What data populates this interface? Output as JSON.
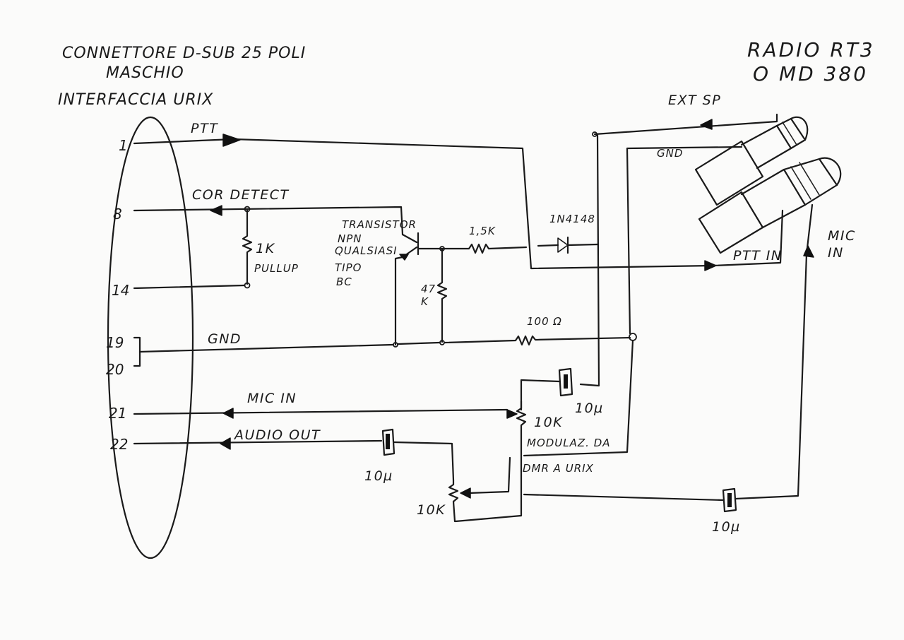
{
  "header": {
    "connector_line1": "CONNETTORE D-SUB 25 POLI",
    "connector_line2": "MASCHIO",
    "interface": "INTERFACCIA URIX",
    "radio_line1": "RADIO RT3",
    "radio_line2": "O MD 380"
  },
  "pins": {
    "p1": "1",
    "p8": "8",
    "p14": "14",
    "p19": "19",
    "p20": "20",
    "p21": "21",
    "p22": "22"
  },
  "signals": {
    "ptt": "PTT",
    "cor_detect": "COR DETECT",
    "gnd": "GND",
    "mic_in": "MIC IN",
    "audio_out": "AUDIO OUT"
  },
  "components": {
    "pullup_value": "1K",
    "pullup_label": "PULLUP",
    "transistor_l1": "TRANSISTOR",
    "transistor_l2": "NPN",
    "transistor_l3": "QUALSIASI",
    "transistor_l4": "TIPO",
    "transistor_l5": "BC",
    "r47_a": "47",
    "r47_b": "K",
    "r15k": "1,5K",
    "diode": "1N4148",
    "r100": "100 Ω",
    "cap_mod": "10µ",
    "pot_mod": "10K",
    "mod_note_l1": "MODULAZ. DA",
    "mod_note_l2": "DMR A URIX",
    "cap_audio": "10µ",
    "pot_audio": "10K",
    "cap_mic": "10µ"
  },
  "radio": {
    "ext_sp": "EXT SP",
    "gnd": "GND",
    "ptt_in": "PTT IN",
    "mic_in_l1": "MIC",
    "mic_in_l2": "IN"
  }
}
